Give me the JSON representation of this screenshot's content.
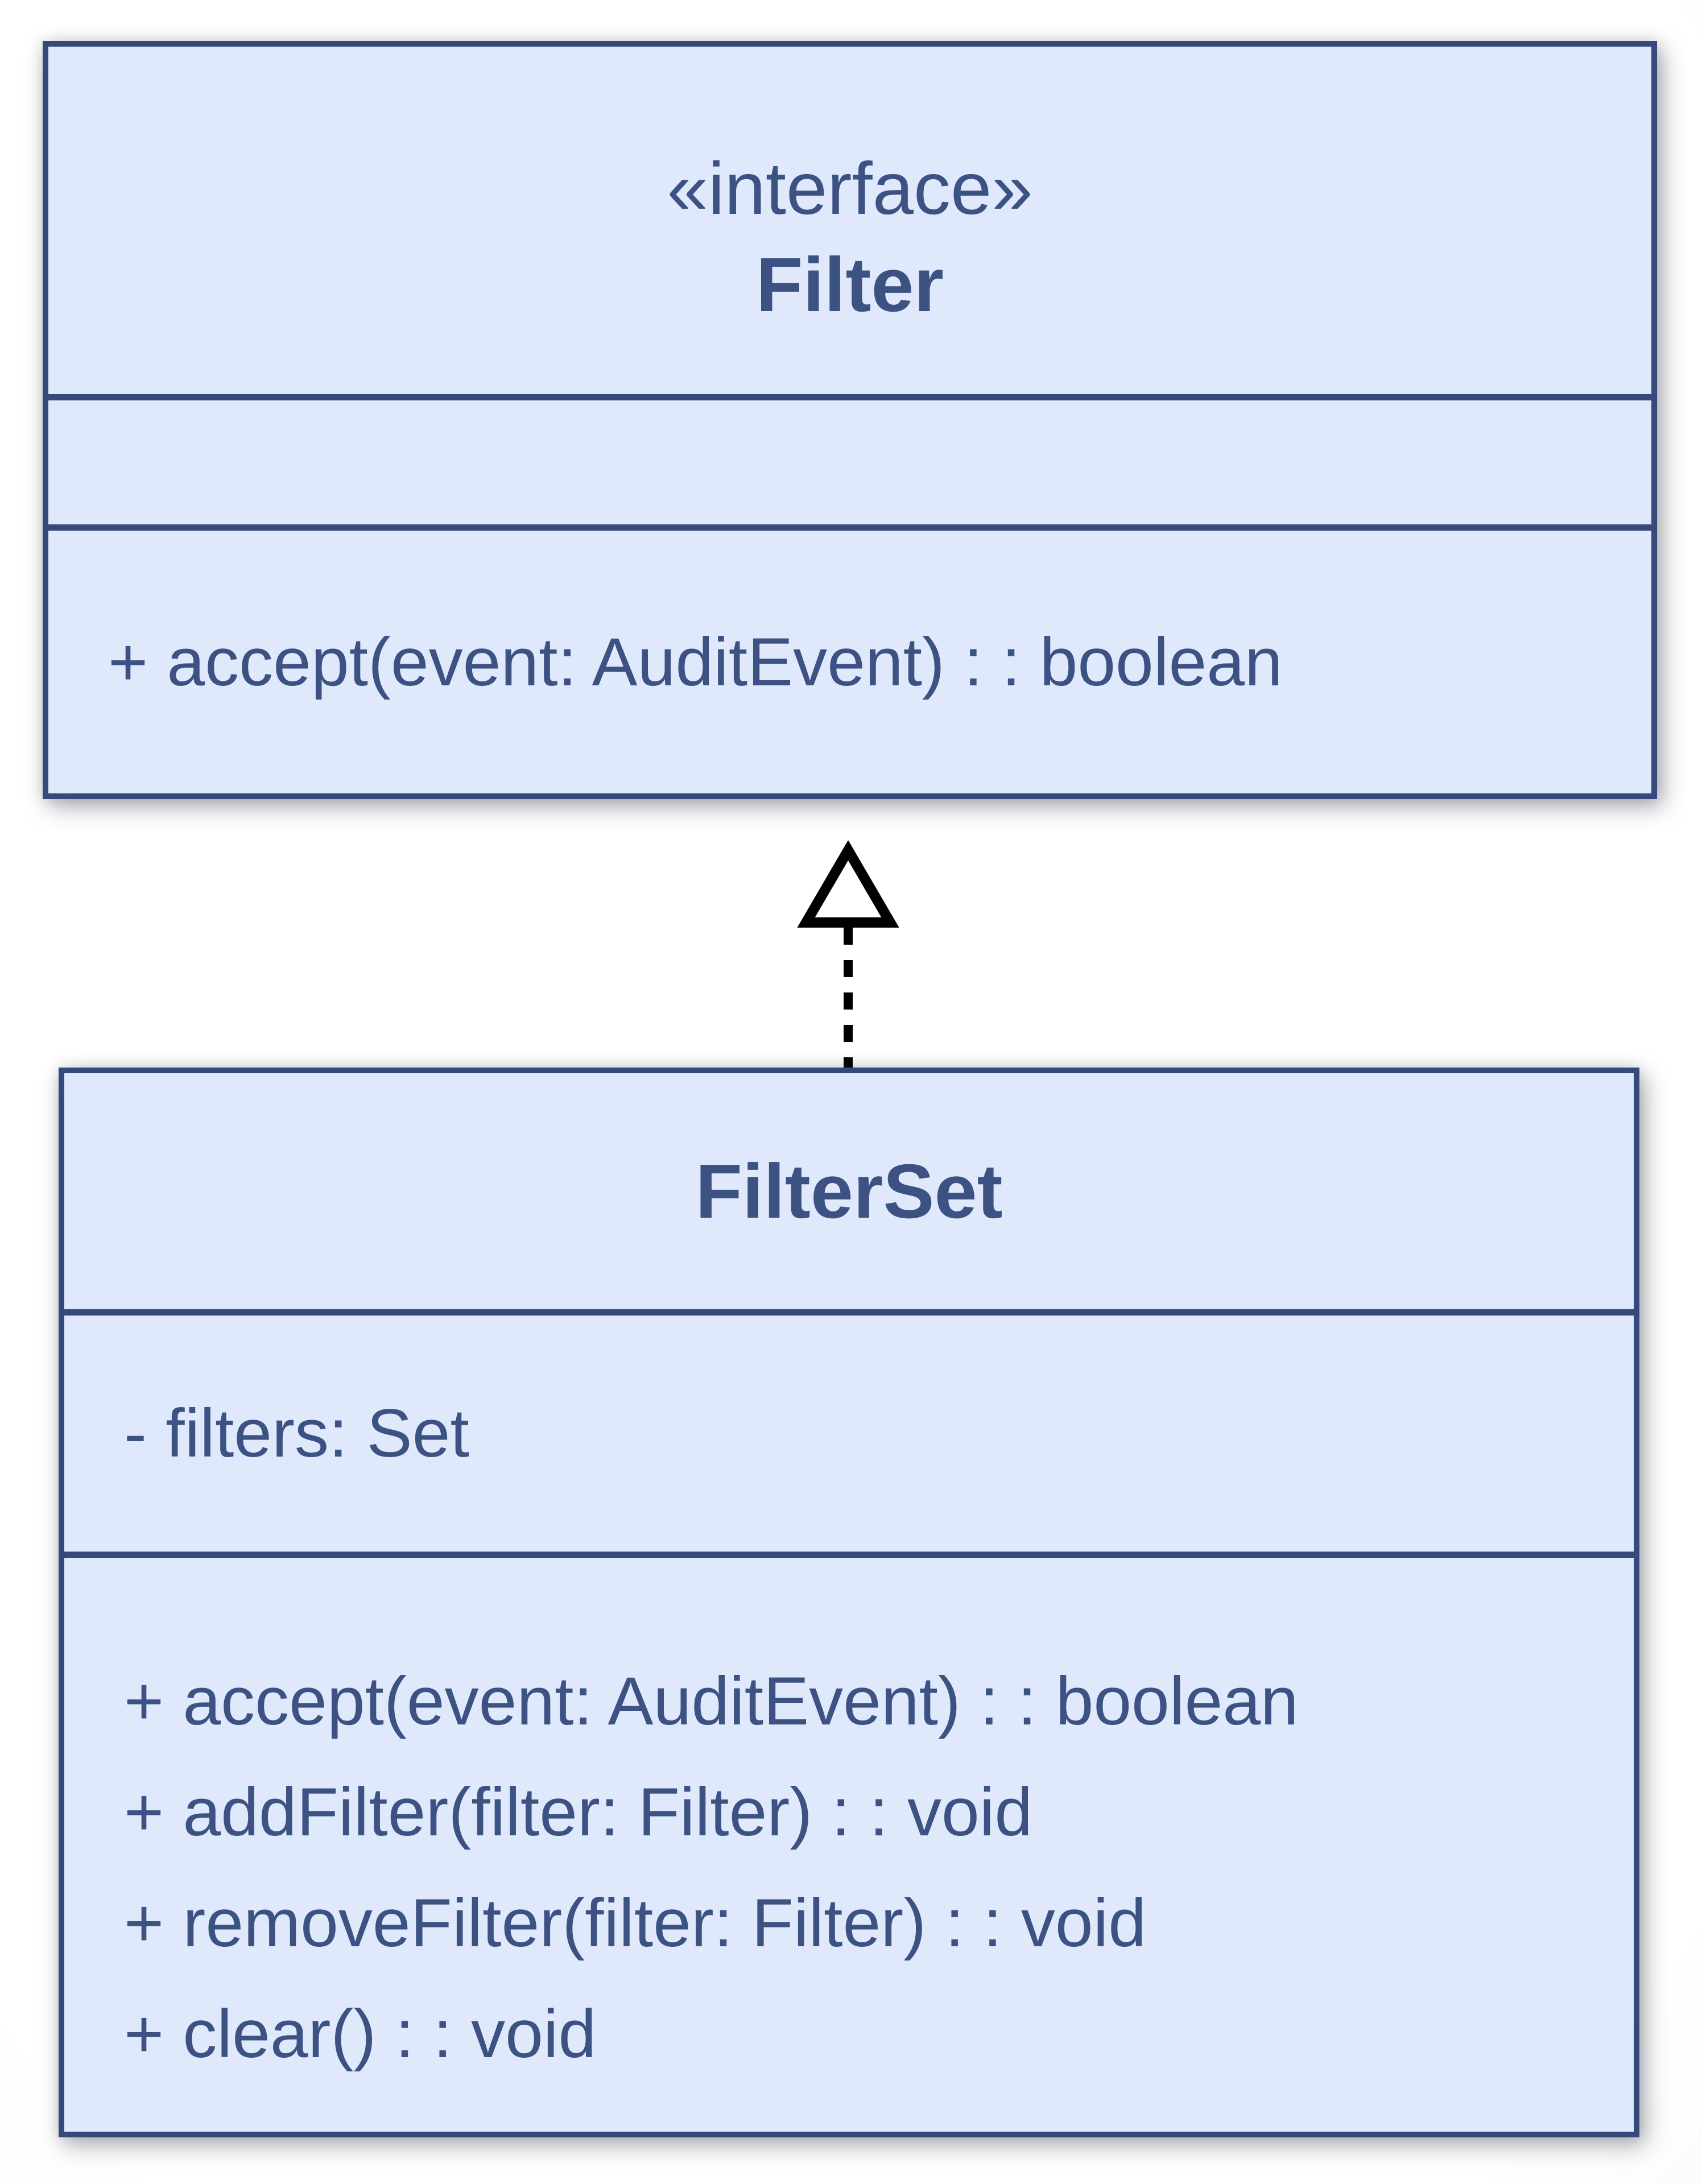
{
  "diagram": {
    "interface_box": {
      "stereotype": "«interface»",
      "name": "Filter",
      "attributes": [],
      "methods": [
        "+ accept(event: AuditEvent) : : boolean"
      ]
    },
    "class_box": {
      "name": "FilterSet",
      "attributes": [
        "- filters: Set"
      ],
      "methods": [
        "+ accept(event: AuditEvent) : : boolean",
        "+ addFilter(filter: Filter) : : void",
        "+ removeFilter(filter: Filter) : : void",
        "+ clear() : : void"
      ]
    },
    "relationship": {
      "type": "realization",
      "from": "FilterSet",
      "to": "Filter"
    },
    "colors": {
      "box_fill": "#e0e8fb",
      "box_border": "#36497b",
      "text": "#3c5283",
      "connector": "#000000"
    }
  }
}
